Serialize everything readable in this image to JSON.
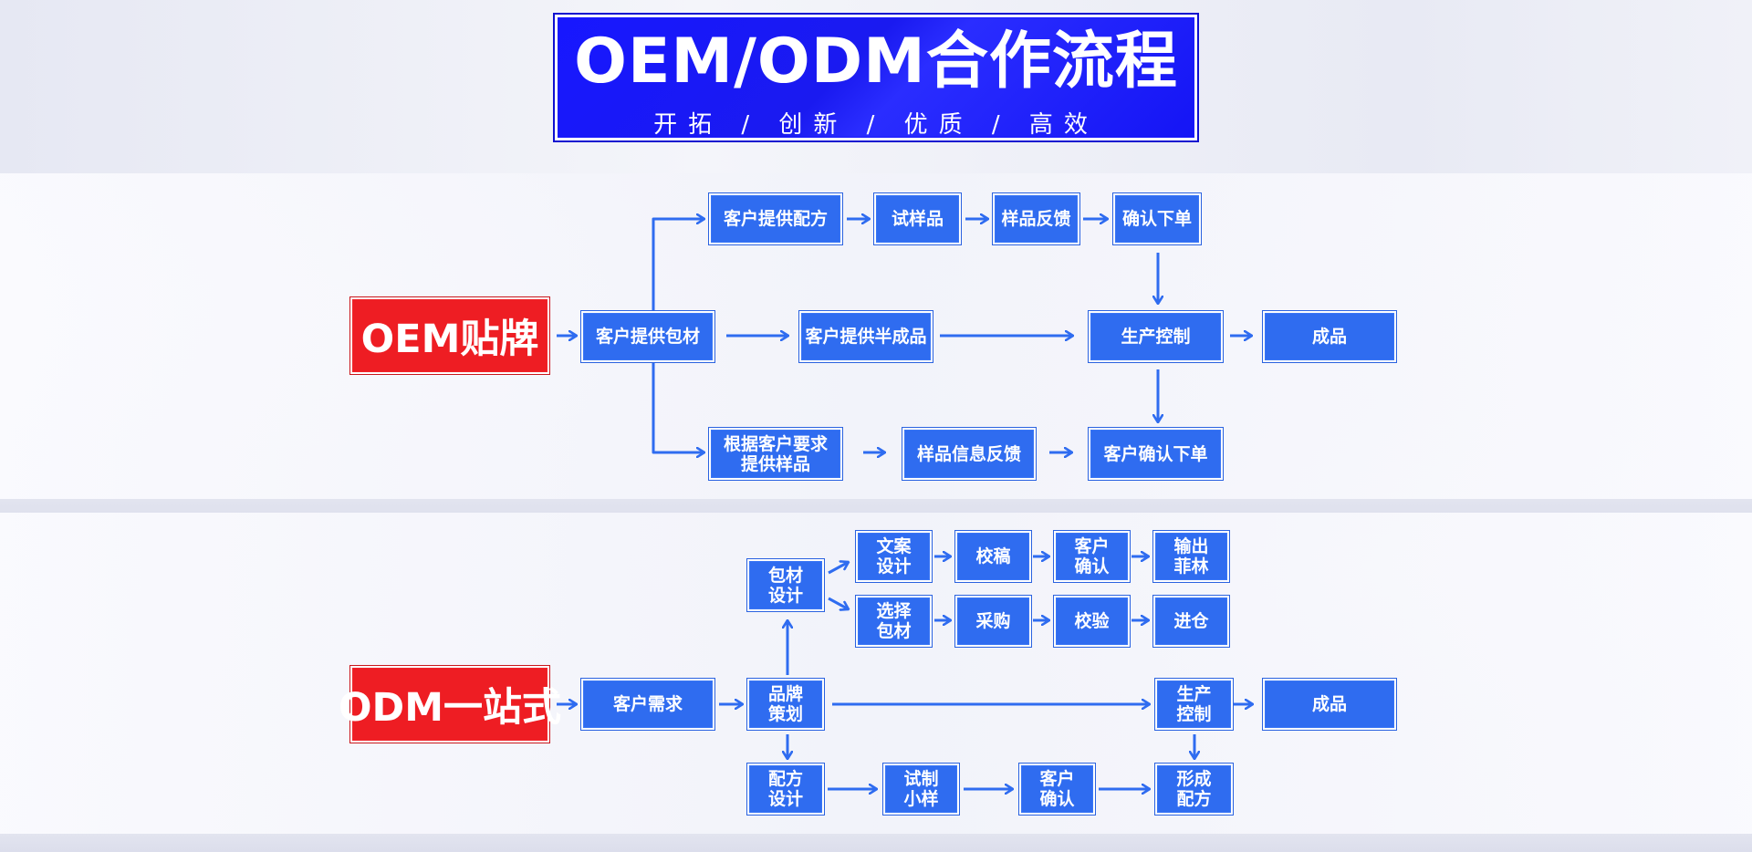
{
  "title": {
    "main": "OEM/ODM合作流程",
    "subtitle": "开拓 / 创新 / 优质 / 高效"
  },
  "colors": {
    "title_bg": "#1717ff",
    "node_bg": "#2f6cf0",
    "start_bg": "#ee1d23",
    "arrow": "#2f6cf0"
  },
  "oem": {
    "start": "OEM贴牌",
    "nodes": {
      "provide_packaging": "客户提供包材",
      "provide_formula": "客户提供配方",
      "trial_sample": "试样品",
      "sample_feedback": "样品反馈",
      "confirm_order": "确认下单",
      "semi_finished": "客户提供半成品",
      "production_control": "生产控制",
      "finished_product": "成品",
      "sample_by_request": "根据客户要求\n提供样品",
      "sample_info_feedback": "样品信息反馈",
      "customer_confirm_order": "客户确认下单"
    }
  },
  "odm": {
    "start": "ODM一站式",
    "nodes": {
      "customer_needs": "客户需求",
      "brand_planning": "品牌\n策划",
      "packaging_design": "包材\n设计",
      "copy_design": "文案\n设计",
      "proofread": "校稿",
      "customer_confirm_a": "客户\n确认",
      "output_film": "输出\n菲林",
      "select_packaging": "选择\n包材",
      "purchase": "采购",
      "inspection": "校验",
      "warehousing": "进仓",
      "production_control": "生产\n控制",
      "finished_product": "成品",
      "formula_design": "配方\n设计",
      "trial_small_sample": "试制\n小样",
      "customer_confirm_b": "客户\n确认",
      "form_formula": "形成\n配方"
    }
  }
}
